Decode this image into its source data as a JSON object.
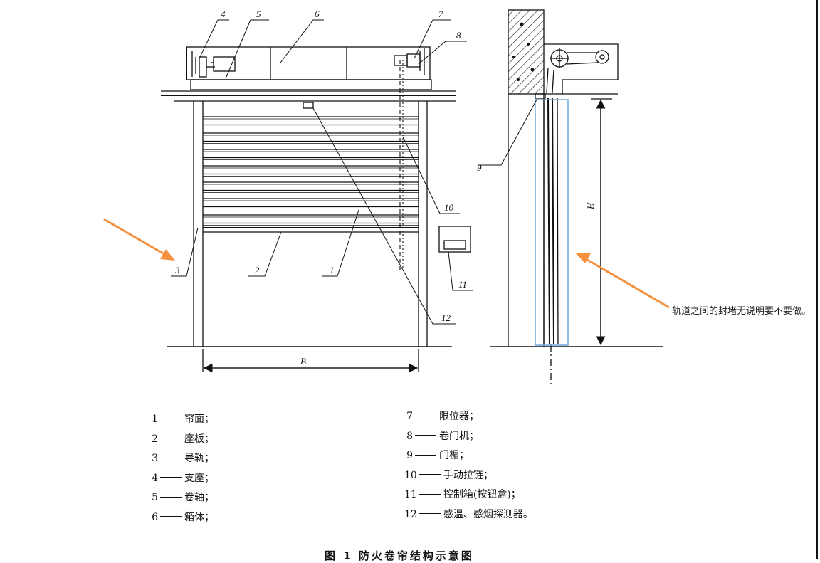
{
  "labels": {
    "l1": "1",
    "l2": "2",
    "l3": "3",
    "l4": "4",
    "l5": "5",
    "l6": "6",
    "l7": "7",
    "l8": "8",
    "l9": "9",
    "l10": "10",
    "l11": "11",
    "l12": "12"
  },
  "dims": {
    "B": "B",
    "H": "H"
  },
  "legend_left": [
    {
      "n": "1",
      "text": "帘面；"
    },
    {
      "n": "2",
      "text": "座板；"
    },
    {
      "n": "3",
      "text": "导轨；"
    },
    {
      "n": "4",
      "text": "支座；"
    },
    {
      "n": "5",
      "text": "卷轴；"
    },
    {
      "n": "6",
      "text": "箱体；"
    }
  ],
  "legend_right": [
    {
      "n": "7",
      "text": "限位器；"
    },
    {
      "n": "8",
      "text": "卷门机；"
    },
    {
      "n": "9",
      "text": "门楣；"
    },
    {
      "n": "10",
      "text": "手动拉链；"
    },
    {
      "n": "11",
      "text": "控制箱(按钮盒)；"
    },
    {
      "n": "12",
      "text": "感温、感烟探测器。"
    }
  ],
  "annotation": "轨道之间的封堵无说明要不要做。",
  "caption": "图 1  防火卷帘结构示意图",
  "colors": {
    "arrow": "#F5913E",
    "highlight_box": "#6FA8DC",
    "line": "#111111",
    "hatch": "#333333"
  }
}
